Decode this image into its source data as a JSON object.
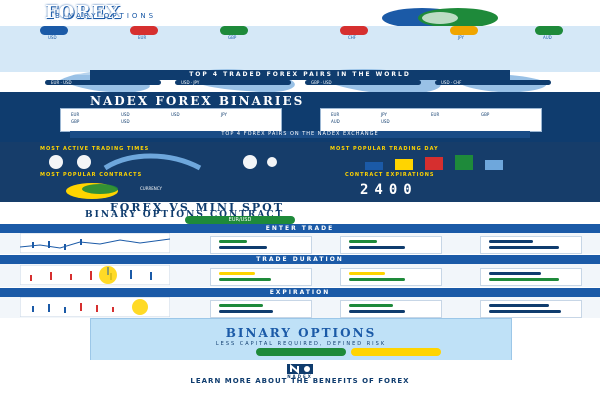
{
  "header": {
    "title": "FOREX",
    "subtitle": "BINARY OPTIONS"
  },
  "currencies": [
    {
      "code": "USD",
      "color": "#1b5aa7"
    },
    {
      "code": "EUR",
      "color": "#d62f2f"
    },
    {
      "code": "GBP",
      "color": "#1e8a3a"
    },
    {
      "code": "CHF",
      "color": "#d62f2f"
    },
    {
      "code": "JPY",
      "color": "#f0a500"
    },
    {
      "code": "AUD",
      "color": "#1e8a3a"
    }
  ],
  "top4": {
    "title": "TOP 4 TRADED FOREX PAIRS IN THE WORLD",
    "pairs": [
      "EUR",
      "USD",
      "USD",
      "JPY",
      "GBP",
      "USD",
      "USD",
      "CHF"
    ]
  },
  "nadex": {
    "title": "NADEX FOREX BINARIES",
    "left_pairs": [
      "EUR",
      "USD",
      "GBP",
      "USD",
      "USD",
      "JPY"
    ],
    "right_pairs": [
      "EUR",
      "JPY",
      "AUD",
      "USD",
      "EUR",
      "GBP"
    ],
    "footer": "TOP 4 FOREX PAIRS ON THE NADEX EXCHANGE"
  },
  "stats": {
    "active_times_title": "MOST ACTIVE TRADING TIMES",
    "popular_day_title": "MOST POPULAR TRADING DAY",
    "popular_contracts_title": "MOST POPULAR CONTRACTS",
    "contract_exp_title": "CONTRACT EXPIRATIONS",
    "contracts_value": "2400",
    "small_note": "CURRENCY"
  },
  "versus": {
    "title": "FOREX VS MINI SPOT",
    "subtitle": "BINARY OPTIONS CONTRACT",
    "pair_label": "EUR/USD"
  },
  "steps": {
    "enter": "ENTER TRADE",
    "duration": "TRADE DURATION",
    "expiration": "EXPIRATION"
  },
  "binary": {
    "title": "BINARY OPTIONS",
    "subtitle": "LESS CAPITAL REQUIRED, DEFINED RISK"
  },
  "brand": {
    "name": "NADEX"
  },
  "learn_more": "LEARN MORE ABOUT THE BENEFITS OF FOREX"
}
